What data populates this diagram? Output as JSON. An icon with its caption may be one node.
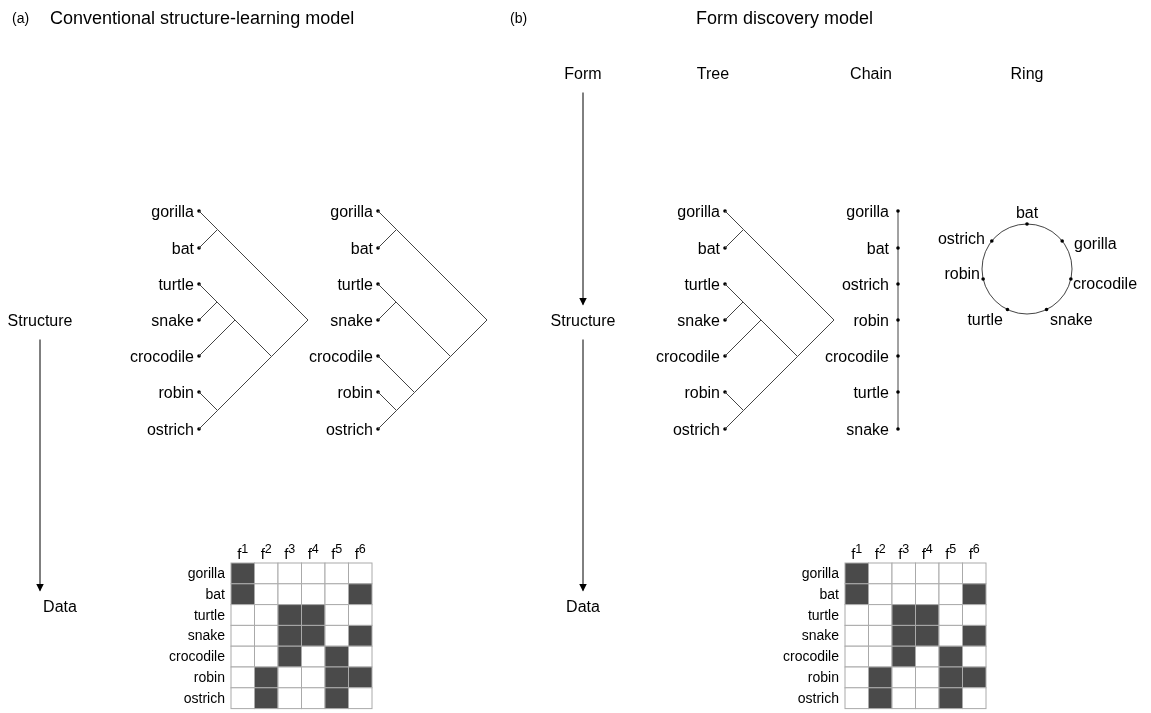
{
  "diagram": {
    "nodes": [
      {
        "text": [
          "Structure"
        ]
      },
      {
        "text": [
          "Data"
        ]
      },
      {
        "text": [
          "Form"
        ]
      },
      {
        "text": [
          "Structure"
        ]
      },
      {
        "text": [
          "Data"
        ]
      }
    ],
    "edges": [
      {
        "from": 0,
        "to": 1,
        "arrow": "to"
      },
      {
        "from": 2,
        "to": 3,
        "arrow": "to"
      },
      {
        "from": 3,
        "to": 4,
        "arrow": "to"
      }
    ],
    "labels": [
      "(a)",
      "Conventional structure-learning model",
      "(b)",
      "Form discovery model",
      "Tree",
      "Chain",
      "Ring",
      "gorilla",
      "bat",
      "turtle",
      "snake",
      "crocodile",
      "robin",
      "ostrich",
      "gorilla",
      "bat",
      "turtle",
      "snake",
      "crocodile",
      "robin",
      "ostrich",
      "gorilla",
      "bat",
      "turtle",
      "snake",
      "crocodile",
      "robin",
      "ostrich",
      "gorilla",
      "bat",
      "ostrich",
      "robin",
      "crocodile",
      "turtle",
      "snake",
      "bat",
      "ostrich",
      "gorilla",
      "robin",
      "crocodile",
      "turtle",
      "snake",
      "f$^{1}$",
      "f$^{2}$",
      "f$^{3}$",
      "f$^{4}$",
      "f$^{5}$",
      "f$^{6}$",
      "gorilla",
      "bat",
      "turtle",
      "snake",
      "crocodile",
      "robin",
      "ostrich",
      "f$^{1}$",
      "f$^{2}$",
      "f$^{3}$",
      "f$^{4}$",
      "f$^{5}$",
      "f$^{6}$",
      "gorilla",
      "bat",
      "turtle",
      "snake",
      "crocodile",
      "robin",
      "ostrich"
    ]
  }
}
